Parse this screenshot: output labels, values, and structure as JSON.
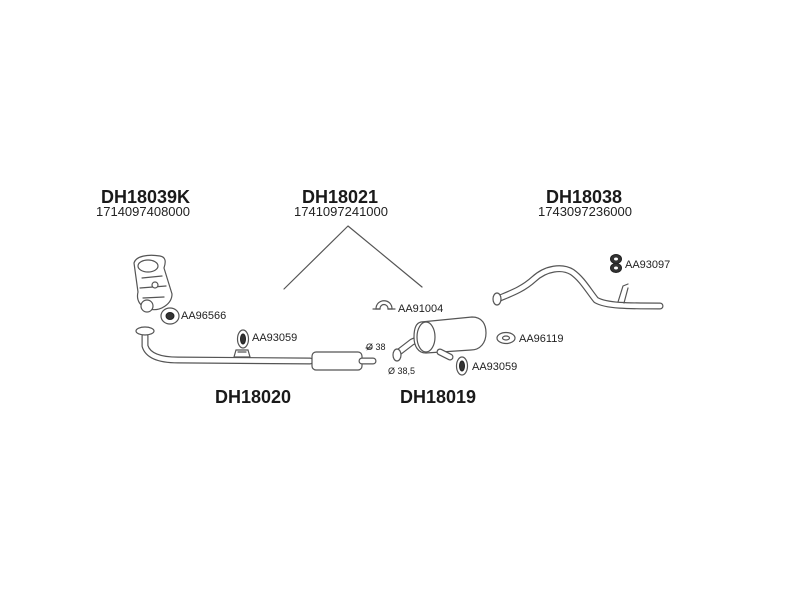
{
  "labels": {
    "cat_code": "DH18039K",
    "cat_number": "1714097408000",
    "mid_code": "DH18021",
    "mid_number": "1741097241000",
    "rear_code": "DH18038",
    "rear_number": "1743097236000",
    "front_pipe_code": "DH18020",
    "silencer_code": "DH18019"
  },
  "parts": {
    "front_mount": "AA96566",
    "front_gasket": "AA93059",
    "clamp": "AA91004",
    "flange_gasket": "AA96119",
    "rear_gasket": "AA93059",
    "rear_hanger": "AA93097"
  },
  "dimensions": {
    "d1": "Ø 38",
    "d2": "Ø 38,5"
  },
  "colors": {
    "line": "#555555",
    "text": "#1a1a1a"
  }
}
